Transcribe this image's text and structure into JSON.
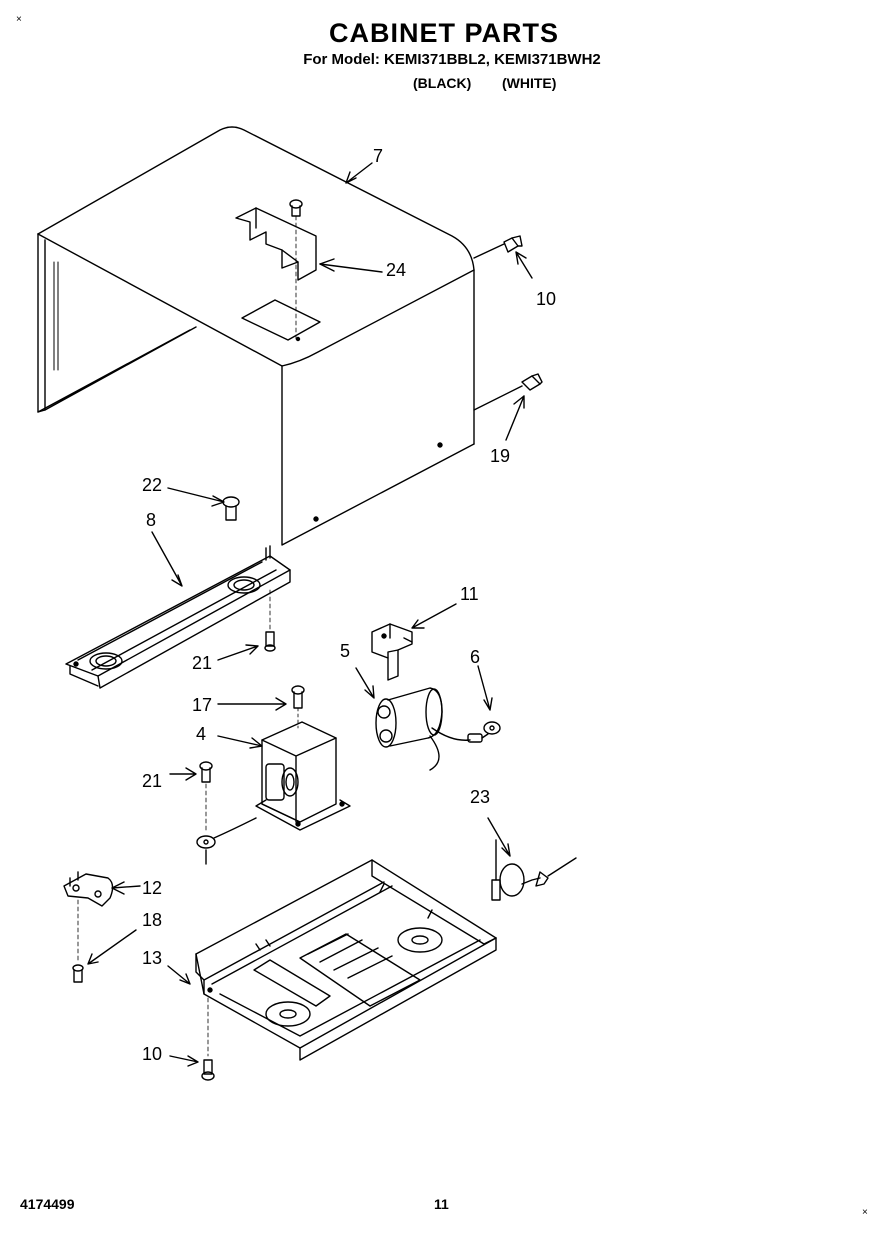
{
  "header": {
    "title": "CABINET PARTS",
    "model_line": "For Model: KEMI371BBL2, KEMI371BWH2",
    "variant_black": "(BLACK)",
    "variant_white": "(WHITE)"
  },
  "corner_marks": {
    "top_left": "×",
    "bottom_right": "×"
  },
  "footer": {
    "doc_number": "4174499",
    "page_number": "11"
  },
  "callouts": {
    "c7": "7",
    "c24": "24",
    "c10a": "10",
    "c19": "19",
    "c22": "22",
    "c8": "8",
    "c11": "11",
    "c5": "5",
    "c6": "6",
    "c21a": "21",
    "c17": "17",
    "c4": "4",
    "c21b": "21",
    "c23": "23",
    "c12": "12",
    "c18": "18",
    "c13": "13",
    "c10b": "10"
  }
}
